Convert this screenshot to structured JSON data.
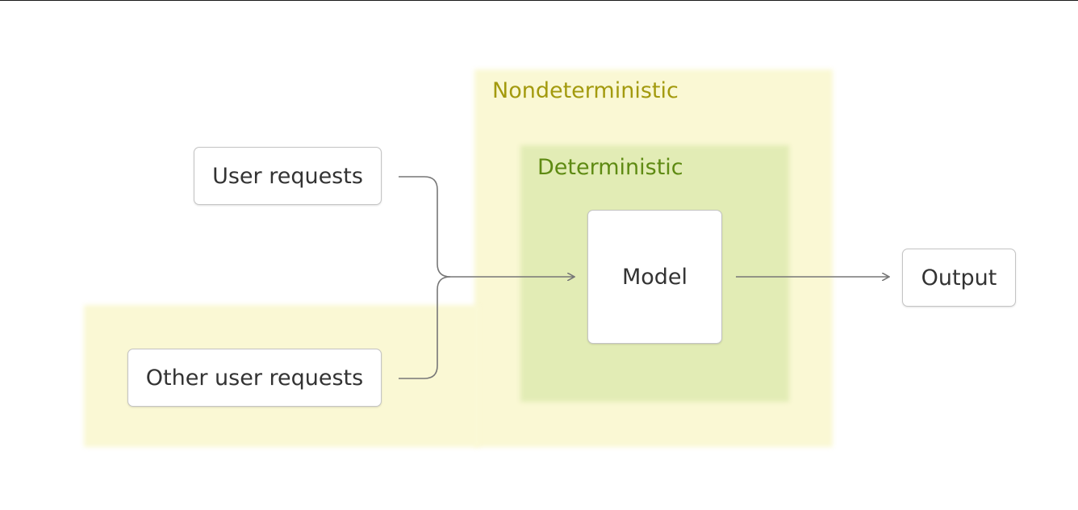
{
  "colors": {
    "nondeterministic_fill": "#faf8d4",
    "deterministic_fill": "#e2ecb5",
    "nondeterministic_label": "#a39a0e",
    "deterministic_label": "#5e8a12",
    "edge": "#777777",
    "node_border": "#c4c4c4",
    "node_text": "#333333"
  },
  "regions": {
    "nondeterministic": {
      "label": "Nondeterministic"
    },
    "deterministic": {
      "label": "Deterministic"
    }
  },
  "nodes": {
    "user_requests": {
      "label": "User requests"
    },
    "other_user_requests": {
      "label": "Other user requests"
    },
    "model": {
      "label": "Model"
    },
    "output": {
      "label": "Output"
    }
  },
  "edges": [
    {
      "from": "user_requests",
      "to": "model"
    },
    {
      "from": "other_user_requests",
      "to": "model"
    },
    {
      "from": "model",
      "to": "output"
    }
  ]
}
